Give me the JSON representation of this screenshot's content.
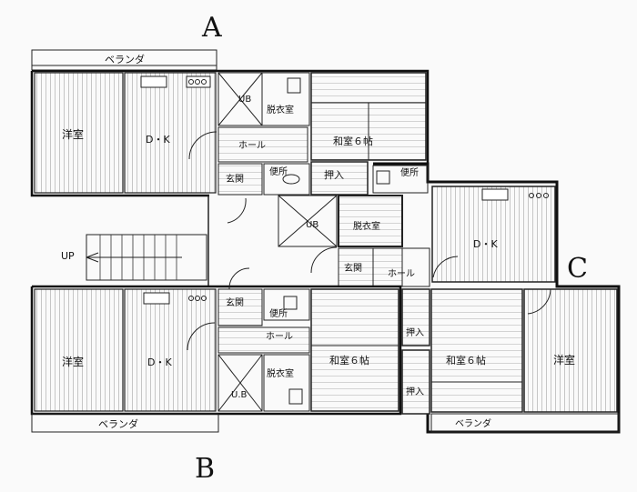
{
  "units": {
    "a": "A",
    "b": "B",
    "c": "C"
  },
  "rooms": {
    "a_youshitsu": "洋室",
    "a_dk": "D・K",
    "a_washitsu": "和室６帖",
    "a_ub": "UB",
    "a_datsui": "脱衣室",
    "a_hall": "ホール",
    "a_genkan": "玄関",
    "a_benjo": "便所",
    "a_oshiire": "押入",
    "b_youshitsu": "洋室",
    "b_dk": "D・K",
    "b_genkan": "玄関",
    "b_benjo": "便所",
    "b_hall": "ホール",
    "b_datsui": "脱衣室",
    "b_ub": "U.B",
    "b_washitsu": "和室６帖",
    "c_ub": "UB",
    "c_datsui": "脱衣室",
    "c_benjo": "便所",
    "c_dk": "D・K",
    "c_genkan": "玄関",
    "c_hall": "ホール",
    "c_oshiire_1": "押入",
    "c_oshiire_2": "押入",
    "c_washitsu": "和室６帖",
    "c_youshitsu": "洋室",
    "up": "UP"
  },
  "balconies": {
    "a": "ベランダ",
    "b": "ベランダ",
    "c": "ベランダ"
  }
}
